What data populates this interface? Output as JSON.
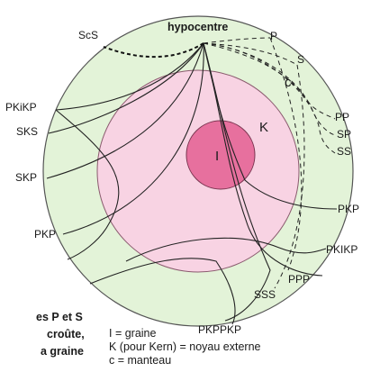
{
  "colors": {
    "mantle": "#e3f3d8",
    "outer_core": "#f8d3e3",
    "inner_core": "#e7709e",
    "ray": "#222222"
  },
  "hypocentre_label": "hypocentre",
  "zones": {
    "inner_core": "I",
    "outer_core": "K",
    "mantle": "c"
  },
  "rays_left": {
    "scs": "ScS",
    "pkikp": "PKiKP",
    "sks": "SKS",
    "skp": "SKP",
    "pkp": "PKP"
  },
  "rays_right": {
    "p": "P",
    "s": "S",
    "pp": "PP",
    "sp": "SP",
    "ss": "SS",
    "pkp": "PKP",
    "pkikp": "PKIKP",
    "ppp": "PPP",
    "sss": "SSS",
    "pkppkp": "PKPPKP"
  },
  "legend": [
    "I = graine",
    "K (pour Kern) = noyau externe",
    "c = manteau"
  ],
  "caption": [
    "es P et S",
    "croûte,",
    "a graine"
  ]
}
